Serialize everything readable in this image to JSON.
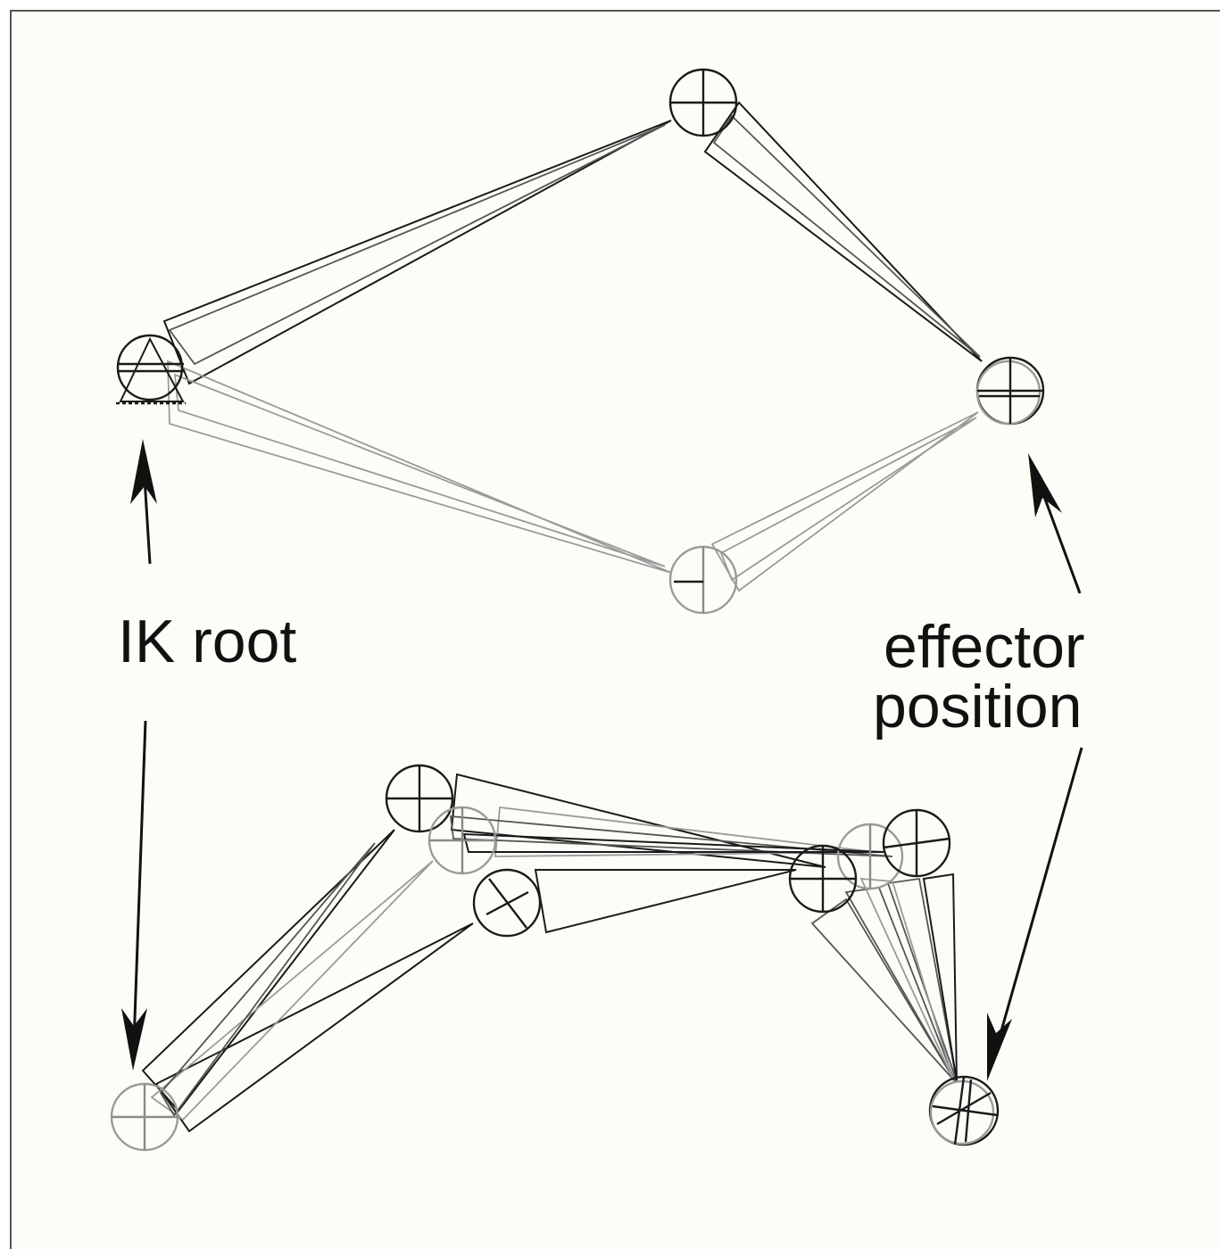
{
  "labels": {
    "ik_root": "IK root",
    "effector_line1": "effector",
    "effector_line2": "position"
  },
  "colors": {
    "background": "#fdfdf8",
    "frame": "#555555",
    "dark_bone": "#1a1a1a",
    "light_bone": "#9a9a9a",
    "text": "#111111"
  }
}
